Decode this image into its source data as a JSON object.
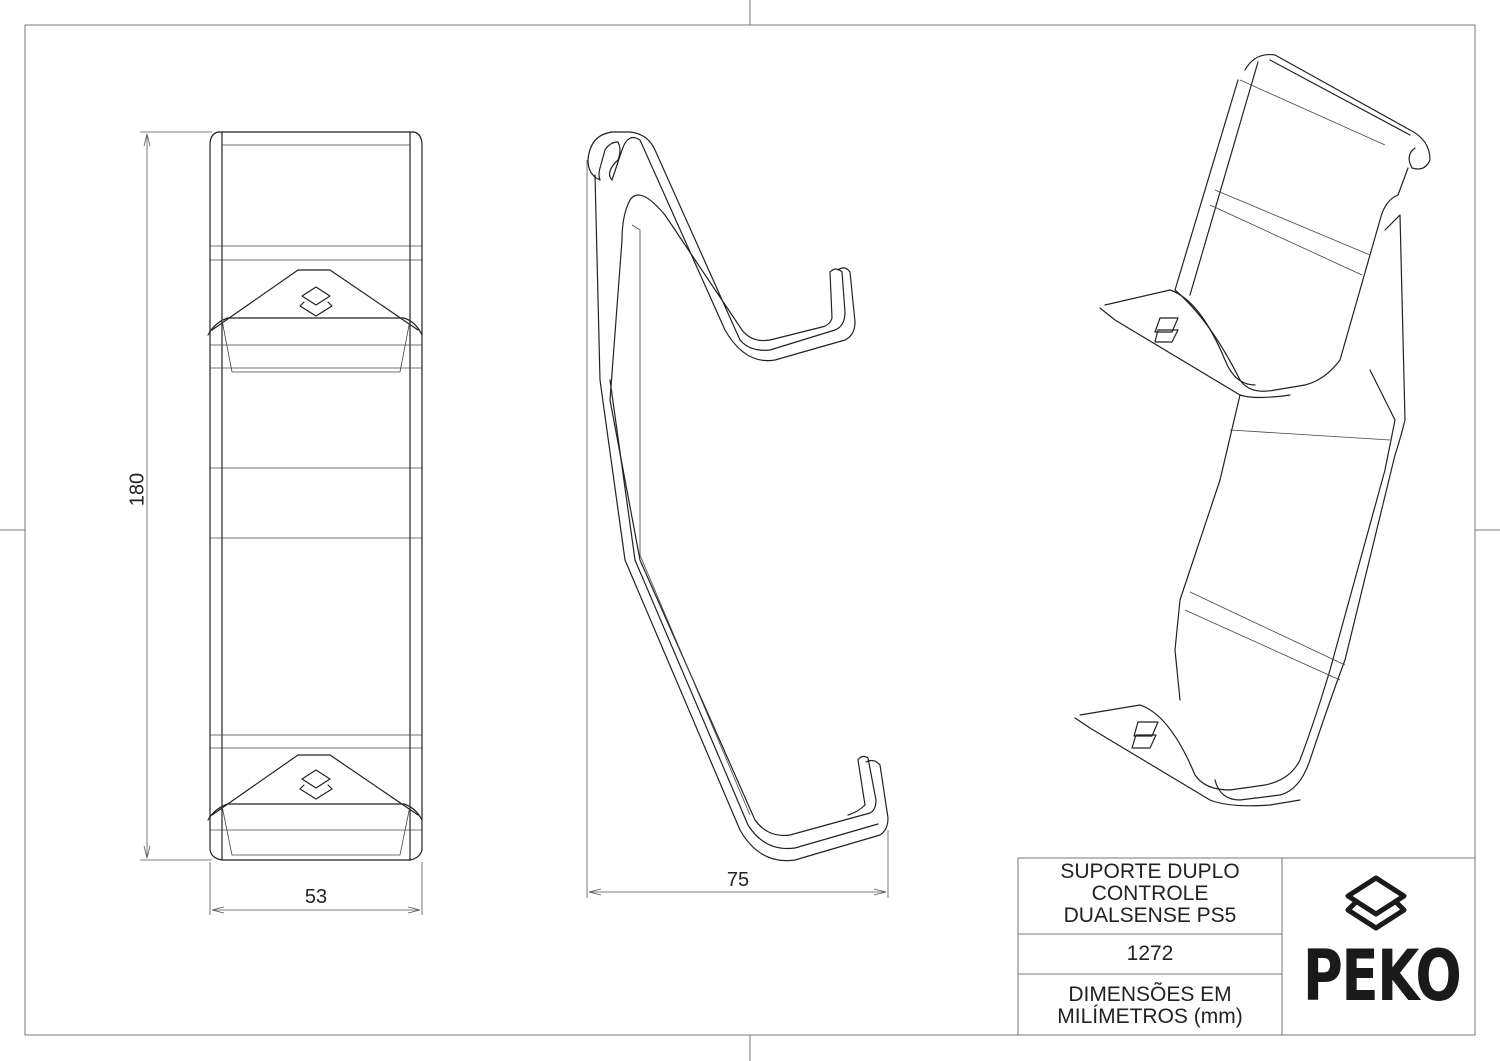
{
  "dimensions": {
    "height": "180",
    "width": "53",
    "depth": "75"
  },
  "title_block": {
    "product_name": "SUPORTE DUPLO CONTROLE DUALSENSE PS5",
    "part_number": "1272",
    "units_note": "DIMENSÕES EM MILÍMETROS (mm)",
    "logo_text": "PEKO"
  }
}
